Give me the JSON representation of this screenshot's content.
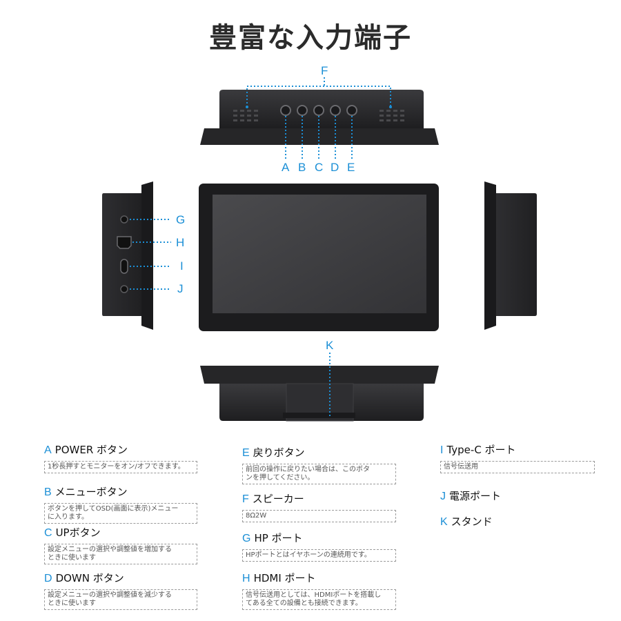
{
  "title": "豊富な入力端子",
  "labels": {
    "A": "A",
    "B": "B",
    "C": "C",
    "D": "D",
    "E": "E",
    "F": "F",
    "G": "G",
    "H": "H",
    "I": "I",
    "J": "J",
    "K": "K"
  },
  "legend": {
    "a": {
      "key": "A",
      "name": "POWER ボタン",
      "desc": "1秒長押すとモニターをオン/オフできます。"
    },
    "b": {
      "key": "B",
      "name": "メニューボタン",
      "desc": "ボタンを押してOSD(画面に表示)メニュー\nに入ります。"
    },
    "c": {
      "key": "C",
      "name": "UPボタン",
      "desc": "設定メニューの選択や調整値を増加する\nときに使います"
    },
    "d": {
      "key": "D",
      "name": "DOWN ボタン",
      "desc": "設定メニューの選択や調整値を減少する\nときに使います"
    },
    "e": {
      "key": "E",
      "name": "戻りボタン",
      "desc": "前回の操作に戻りたい場合は、このボタ\nンを押してください。"
    },
    "f": {
      "key": "F",
      "name": "スピーカー",
      "desc": "8Ω2W"
    },
    "g": {
      "key": "G",
      "name": "HP ポート",
      "desc": "HPポートとはイヤホーンの連続用です。"
    },
    "h": {
      "key": "H",
      "name": "HDMI ポート",
      "desc": "信号伝送用としては、HDMIポートを搭載し\nてある全ての設備とも接続できます。"
    },
    "i": {
      "key": "I",
      "name": "Type-C ポート",
      "desc": "信号伝送用"
    },
    "j": {
      "key": "J",
      "name": "電源ポート"
    },
    "k": {
      "key": "K",
      "name": "スタンド"
    }
  },
  "colors": {
    "accent": "#1b8fd6",
    "device": "#2a2a2c",
    "screen": "#3a3a3c"
  }
}
